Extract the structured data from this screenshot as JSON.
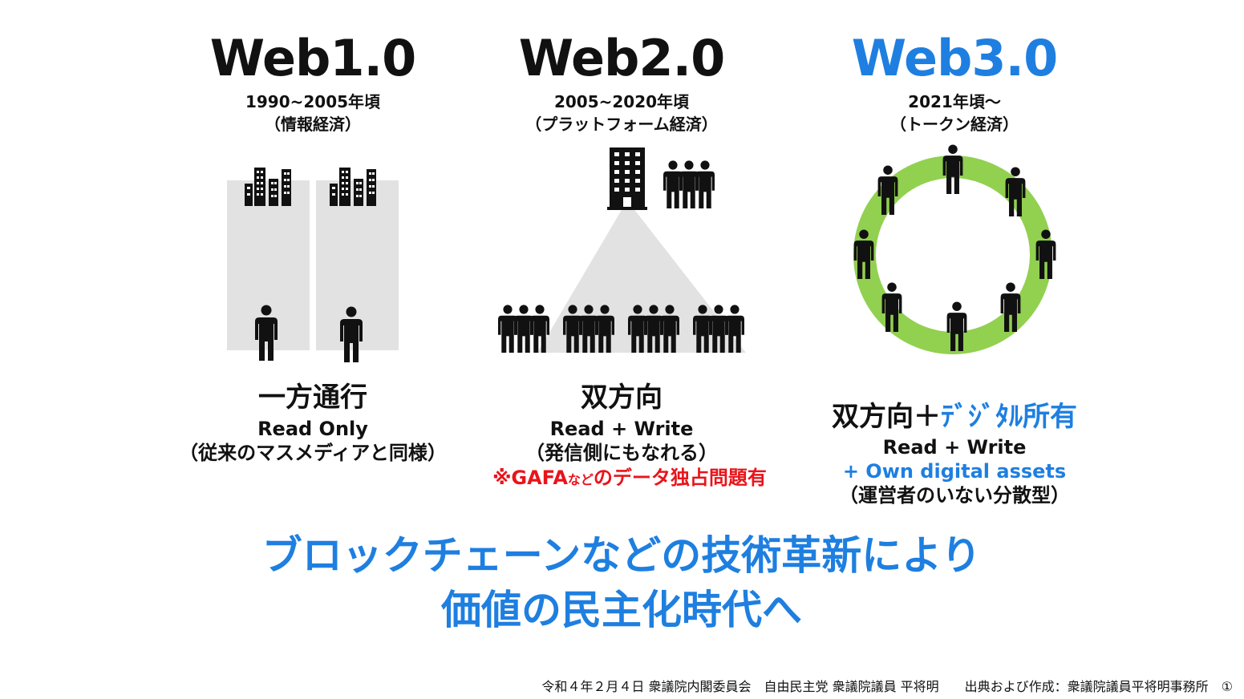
{
  "web1": {
    "title": "Web1.0",
    "period": "1990~2005年頃",
    "economy": "（情報経済）",
    "caption_main": "一方通行",
    "caption_sub": "Read Only",
    "caption_note": "（従来のマスメディアと同様）"
  },
  "web2": {
    "title": "Web2.0",
    "period": "2005~2020年頃",
    "economy": "（プラットフォーム経済）",
    "caption_main": "双方向",
    "caption_sub": "Read + Write",
    "caption_note": "（発信側にもなれる）",
    "warning_prefix": "※GAFA",
    "warning_small": "など",
    "warning_suffix": "のデータ独占問題有"
  },
  "web3": {
    "title": "Web3.0",
    "period": "2021年頃～",
    "economy": "（トークン経済）",
    "caption_main": "双方向＋",
    "caption_main_accent": "ﾃﾞｼﾞﾀﾙ所有",
    "caption_sub": "Read + Write",
    "caption_accent": "+ Own digital assets",
    "caption_note": "（運営者のいない分散型）"
  },
  "tagline": {
    "line1": "ブロックチェーンなどの技術革新により",
    "line2": "価値の民主化時代へ"
  },
  "footer": {
    "text": "令和４年２月４日 衆議院内閣委員会　自由民主党 衆議院議員 平将明　　出典および作成：衆議院議員平将明事務所　①"
  },
  "colors": {
    "accent_blue": "#1e7fe0",
    "warning_red": "#e8141b",
    "ring_green": "#92d050",
    "panel_gray": "#e2e2e2"
  },
  "icons": [
    "building-icon",
    "person-icon",
    "person-group-icon",
    "office-tower-icon"
  ]
}
